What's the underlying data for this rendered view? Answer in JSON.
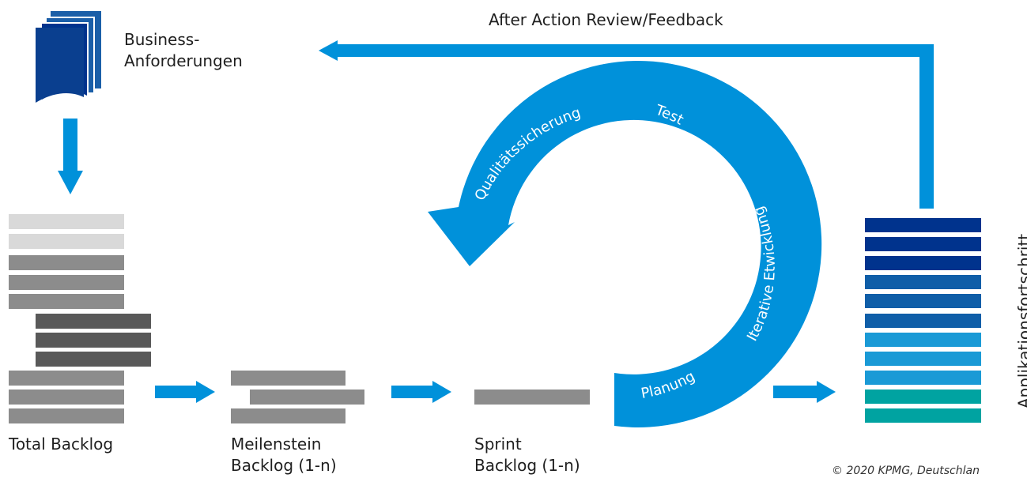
{
  "feedback_label": "After Action Review/Feedback",
  "business": {
    "line1": "Business-",
    "line2": "Anforderungen"
  },
  "backlogs": {
    "total": "Total Backlog",
    "milestone": {
      "line1": "Meilenstein",
      "line2": "Backlog (1-n)"
    },
    "sprint": {
      "line1": "Sprint",
      "line2": "Backlog (1-n)"
    }
  },
  "cycle": {
    "quality": "Qualitätssicherung",
    "test": "Test",
    "development": "Iterative Etwicklung",
    "planning": "Planung"
  },
  "progress_label": "Applikationsfortschritt",
  "copyright": "© 2020 KPMG, Deutschlan",
  "colors": {
    "arrow_blue": "#0091da",
    "dark_blue": "#00338d",
    "bar_light": "#d9d9d9",
    "bar_mid": "#8c8c8c",
    "bar_dark": "#595959",
    "teal": "#00a3a1"
  },
  "icons": [
    "document-stack-icon",
    "arrow-down-icon",
    "arrow-right-icon",
    "cycle-arrow-icon",
    "feedback-arrow-icon"
  ]
}
